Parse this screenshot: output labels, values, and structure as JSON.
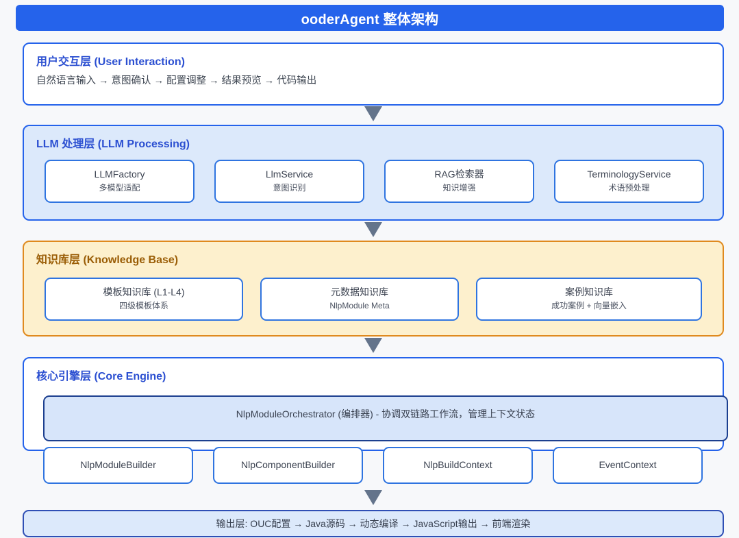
{
  "header": {
    "title": "ooderAgent 整体架构",
    "bg_color": "#2563eb",
    "text_color": "#ffffff"
  },
  "colors": {
    "page_bg": "#f7f8fa",
    "accent_blue": "#2563eb",
    "layer_blue_fill": "#dce9fb",
    "layer_orange_border": "#e08a1e",
    "layer_orange_fill": "#fdf0cd",
    "orchestrator_fill": "#d7e5fa",
    "orchestrator_border": "#1c3f8f",
    "arrow_gray": "#64748b",
    "card_border": "#2f74e0"
  },
  "layers": [
    {
      "id": "user-interaction",
      "title": "用户交互层 (User Interaction)",
      "subtitle": "自然语言输入 → 意图确认 → 配置调整 → 结果预览 → 代码输出",
      "cards": []
    },
    {
      "id": "llm-processing",
      "title": "LLM 处理层 (LLM Processing)",
      "subtitle": "",
      "cards": [
        {
          "title": "LLMFactory",
          "sub": "多模型适配"
        },
        {
          "title": "LlmService",
          "sub": "意图识别"
        },
        {
          "title": "RAG检索器",
          "sub": "知识增强"
        },
        {
          "title": "TerminologyService",
          "sub": "术语预处理"
        }
      ]
    },
    {
      "id": "knowledge-base",
      "title": "知识库层 (Knowledge Base)",
      "subtitle": "",
      "cards": [
        {
          "title": "模板知识库 (L1-L4)",
          "sub": "四级模板体系"
        },
        {
          "title": "元数据知识库",
          "sub": "NlpModule Meta"
        },
        {
          "title": "案例知识库",
          "sub": "成功案例 + 向量嵌入"
        }
      ]
    },
    {
      "id": "core-engine",
      "title": "核心引擎层 (Core Engine)",
      "subtitle": "",
      "orchestrator": "NlpModuleOrchestrator (编排器) - 协调双链路工作流，管理上下文状态",
      "cards": [
        {
          "title": "NlpModuleBuilder",
          "sub": ""
        },
        {
          "title": "NlpComponentBuilder",
          "sub": ""
        },
        {
          "title": "NlpBuildContext",
          "sub": ""
        },
        {
          "title": "EventContext",
          "sub": ""
        }
      ]
    }
  ],
  "output": {
    "text": "输出层: OUC配置 → Java源码 → 动态编译 → JavaScript输出 → 前端渲染"
  },
  "arrows": [
    {
      "name": "arrow-user-to-llm"
    },
    {
      "name": "arrow-llm-to-kb"
    },
    {
      "name": "arrow-kb-to-core"
    },
    {
      "name": "arrow-core-to-output"
    }
  ]
}
